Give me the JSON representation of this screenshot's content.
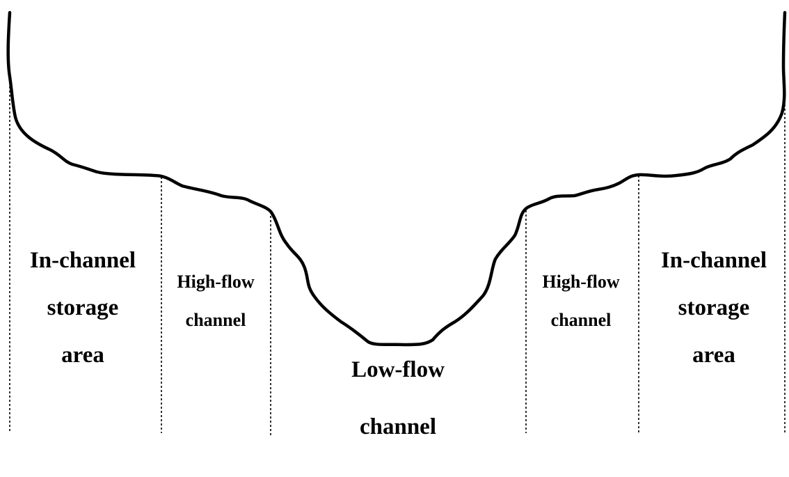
{
  "colors": {
    "background": "#ffffff",
    "line": "#000000"
  },
  "zones": {
    "left_storage": {
      "line1": "In-channel",
      "line2": "storage",
      "line3": "area"
    },
    "left_high": {
      "line1": "High-flow",
      "line2": "channel"
    },
    "low": {
      "line1": "Low-flow",
      "line2": "channel"
    },
    "right_high": {
      "line1": "High-flow",
      "line2": "channel"
    },
    "right_storage": {
      "line1": "In-channel",
      "line2": "storage",
      "line3": "area"
    }
  }
}
